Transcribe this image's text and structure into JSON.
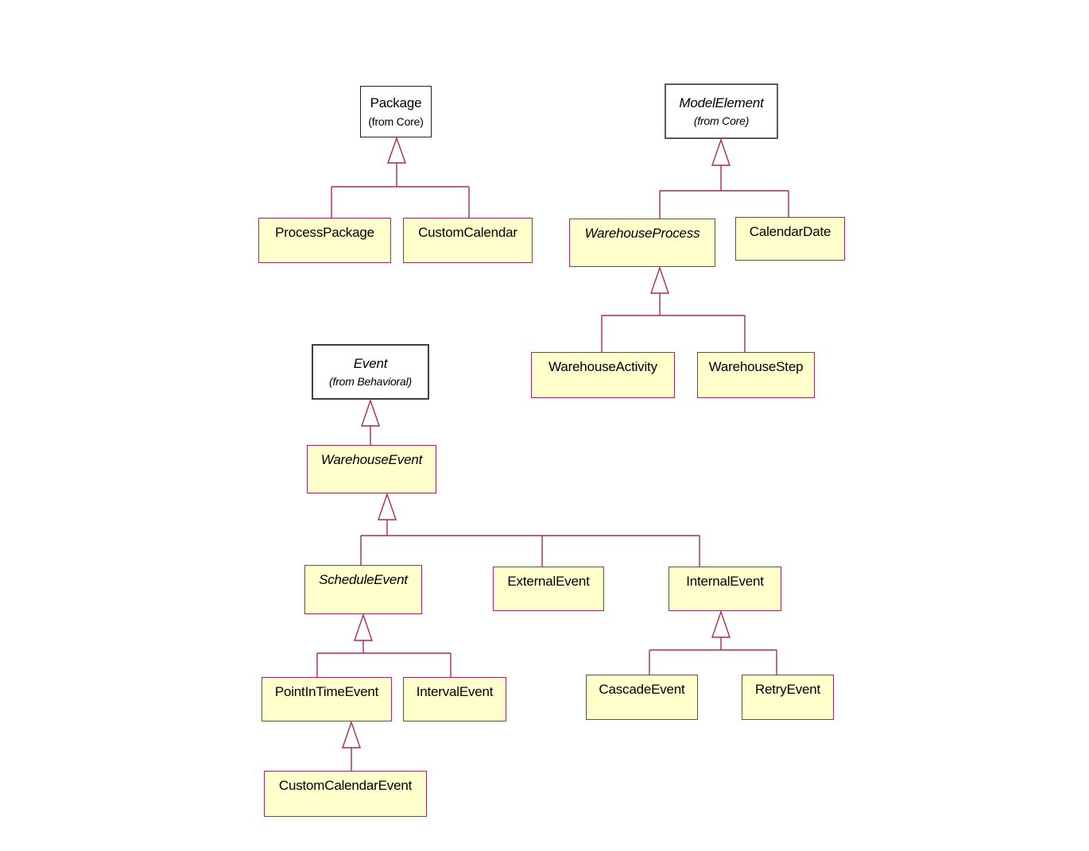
{
  "diagram": {
    "kind": "uml-class-generalization-diagram",
    "line_color": "#A8295B",
    "class_fill": "#FFFFCC",
    "class_border": "#A8295B",
    "external_fill": "#FFFFFF",
    "nodes": {
      "package": {
        "label": "Package",
        "sublabel": "(from Core)",
        "abstract": false
      },
      "model_element": {
        "label": "ModelElement",
        "sublabel": "(from Core)",
        "abstract": true
      },
      "event": {
        "label": "Event",
        "sublabel": "(from Behavioral)",
        "abstract": true
      },
      "process_package": {
        "label": "ProcessPackage",
        "abstract": false
      },
      "custom_calendar": {
        "label": "CustomCalendar",
        "abstract": false
      },
      "warehouse_process": {
        "label": "WarehouseProcess",
        "abstract": true
      },
      "calendar_date": {
        "label": "CalendarDate",
        "abstract": false
      },
      "warehouse_activity": {
        "label": "WarehouseActivity",
        "abstract": false
      },
      "warehouse_step": {
        "label": "WarehouseStep",
        "abstract": false
      },
      "warehouse_event": {
        "label": "WarehouseEvent",
        "abstract": true
      },
      "schedule_event": {
        "label": "ScheduleEvent",
        "abstract": true
      },
      "external_event": {
        "label": "ExternalEvent",
        "abstract": false
      },
      "internal_event": {
        "label": "InternalEvent",
        "abstract": false
      },
      "point_in_time_event": {
        "label": "PointInTimeEvent",
        "abstract": false
      },
      "interval_event": {
        "label": "IntervalEvent",
        "abstract": false
      },
      "cascade_event": {
        "label": "CascadeEvent",
        "abstract": false
      },
      "retry_event": {
        "label": "RetryEvent",
        "abstract": false
      },
      "custom_calendar_event": {
        "label": "CustomCalendarEvent",
        "abstract": false
      }
    },
    "generalizations": [
      {
        "parent": "Package",
        "children": [
          "ProcessPackage",
          "CustomCalendar"
        ]
      },
      {
        "parent": "ModelElement",
        "children": [
          "WarehouseProcess",
          "CalendarDate"
        ]
      },
      {
        "parent": "WarehouseProcess",
        "children": [
          "WarehouseActivity",
          "WarehouseStep"
        ]
      },
      {
        "parent": "Event",
        "children": [
          "WarehouseEvent"
        ]
      },
      {
        "parent": "WarehouseEvent",
        "children": [
          "ScheduleEvent",
          "ExternalEvent",
          "InternalEvent"
        ]
      },
      {
        "parent": "ScheduleEvent",
        "children": [
          "PointInTimeEvent",
          "IntervalEvent"
        ]
      },
      {
        "parent": "InternalEvent",
        "children": [
          "CascadeEvent",
          "RetryEvent"
        ]
      },
      {
        "parent": "PointInTimeEvent",
        "children": [
          "CustomCalendarEvent"
        ]
      }
    ]
  }
}
